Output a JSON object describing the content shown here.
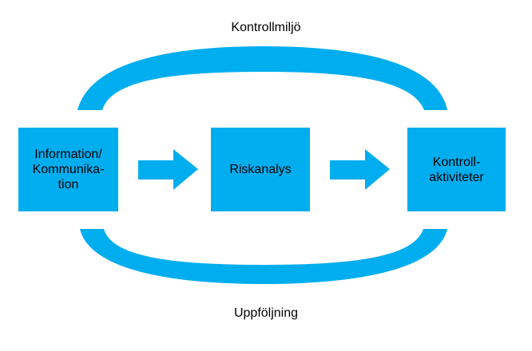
{
  "diagram": {
    "top_label": "Kontrollmiljö",
    "bottom_label": "Uppföljning",
    "boxes": [
      {
        "text": "Information/\nKommunika-\ntion"
      },
      {
        "text": "Riskanalys"
      },
      {
        "text": "Kontroll-\naktiviteter"
      }
    ],
    "colors": {
      "fill": "#00adef",
      "text": "#000000",
      "background": "#ffffff"
    }
  }
}
